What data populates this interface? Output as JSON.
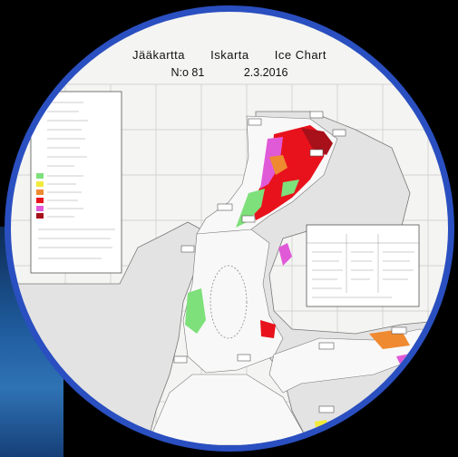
{
  "chart": {
    "title_fi": "Jääkartta",
    "title_sv": "Iskarta",
    "title_en": "Ice Chart",
    "number": "N:o 81",
    "date": "2.3.2016"
  },
  "colors": {
    "lens_border": "#2a4fc0",
    "ice_red": "#e8121c",
    "ice_dark_red": "#a8101a",
    "ice_magenta": "#e05ad8",
    "ice_green": "#7ee07a",
    "ice_orange": "#f08a30",
    "ice_yellow": "#f2ea3a",
    "land": "#e3e3e3",
    "water": "#f8f8f8"
  }
}
